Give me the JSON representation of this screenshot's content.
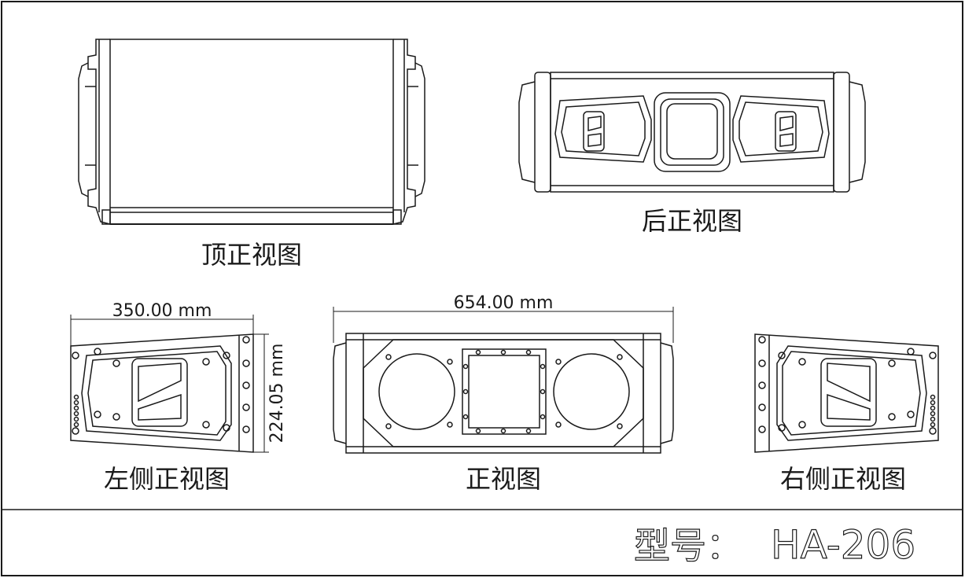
{
  "views": {
    "top": "顶正视图",
    "rear": "后正视图",
    "left_side": "左侧正视图",
    "front": "正视图",
    "right_side": "右侧正视图"
  },
  "dimensions": {
    "left_width": "350.00 mm",
    "left_height": "224.05 mm",
    "front_width": "654.00 mm"
  },
  "model": {
    "label": "型号：",
    "value": "HA-206"
  }
}
